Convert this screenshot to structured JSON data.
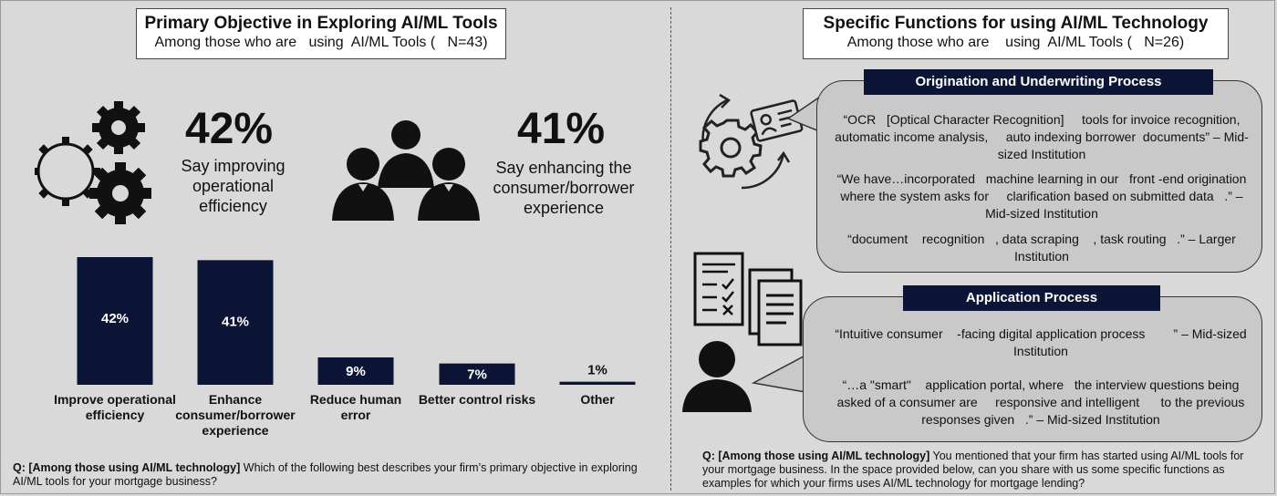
{
  "left": {
    "title": "Primary Objective in Exploring AI/ML Tools",
    "subtitle": "Among those who are   using  AI/ML Tools (   N=43)",
    "stat1": {
      "value": "42%",
      "lines": [
        "Say improving",
        "operational",
        "efficiency"
      ]
    },
    "stat2": {
      "value": "41%",
      "lines": [
        "Say enhancing the",
        "consumer/borrower",
        "experience"
      ]
    },
    "question_bold": "Q: [Among those using AI/ML technology]",
    "question_rest": " Which of the following best describes your firm’s primary objective in exploring AI/ML tools for your mortgage business?"
  },
  "chart_data": {
    "type": "bar",
    "categories": [
      [
        "Improve operational",
        "efficiency"
      ],
      [
        "Enhance",
        "consumer/borrower",
        "experience"
      ],
      [
        "Reduce human",
        "error"
      ],
      [
        "Better control risks"
      ],
      [
        "Other"
      ]
    ],
    "values": [
      42,
      41,
      9,
      7,
      1
    ],
    "value_labels": [
      "42%",
      "41%",
      "9%",
      "7%",
      "1%"
    ],
    "ylim": [
      0,
      42
    ],
    "title": "",
    "xlabel": "",
    "ylabel": "",
    "bar_color": "#0c1535",
    "label_color_inside": "#ffffff"
  },
  "right": {
    "title": "Specific Functions for using AI/ML Technology",
    "subtitle": "Among those who are    using  AI/ML Tools (   N=26)",
    "section1": {
      "heading": "Origination and Underwriting Process",
      "quotes": [
        "“OCR   [Optical Character Recognition]     tools for invoice recognition, automatic income analysis,     auto indexing borrower  documents” – Mid-sized Institution",
        "“We have…incorporated   machine learning in our   front -end origination    where the system asks for     clarification based on submitted data   .” – Mid-sized Institution",
        "“document    recognition   , data scraping    , task routing   .” – Larger Institution"
      ]
    },
    "section2": {
      "heading": "Application Process",
      "quotes": [
        "“Intuitive consumer    -facing digital application process        ” – Mid-sized Institution",
        "“…a \"smart\"    application portal, where   the interview questions being asked of a consumer are     responsive and intelligent      to the previous responses given   .” – Mid-sized Institution"
      ]
    },
    "question_bold": "Q: [Among those using AI/ML technology]",
    "question_rest": " You mentioned that your firm has started using AI/ML tools for your mortgage business. In the space provided below, can you share with us some specific functions as examples for which your firms uses AI/ML technology for mortgage lending?"
  },
  "icons": [
    "gears-icon",
    "people-group-icon",
    "gear-document-cycle-icon",
    "checklist-document-person-icon"
  ]
}
